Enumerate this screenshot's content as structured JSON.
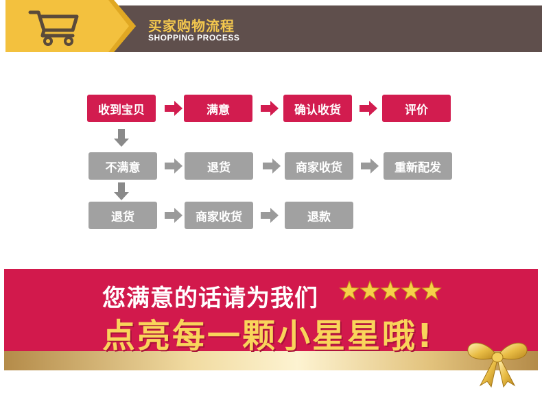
{
  "header": {
    "title": "买家购物流程",
    "subtitle": "SHOPPING PROCESS",
    "icon": "shopping-cart-icon",
    "colors": {
      "bar": "#5f4f4c",
      "accent": "#f3c74e"
    }
  },
  "flow": {
    "row1": [
      "收到宝贝",
      "满意",
      "确认收货",
      "评价"
    ],
    "row2": [
      "不满意",
      "退货",
      "商家收货",
      "重新配发"
    ],
    "row3": [
      "退货",
      "商家收货",
      "退款"
    ],
    "colors": {
      "positive": "#d21c4f",
      "negative": "#a1a1a1"
    }
  },
  "banner": {
    "line1": "您满意的话请为我们",
    "line2": "点亮每一颗小星星哦!",
    "stars": 5,
    "decoration": "gold-bow-icon",
    "colors": {
      "red": "#d2194c",
      "gold": "#f9d45b"
    }
  }
}
